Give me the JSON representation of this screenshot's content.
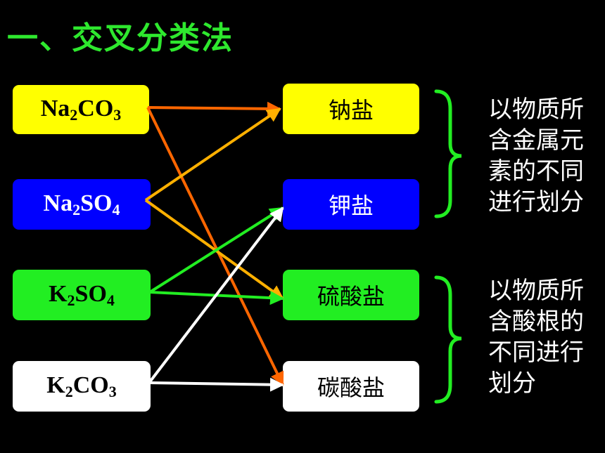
{
  "title": "一、交叉分类法",
  "compounds": [
    {
      "id": "na2co3",
      "parts": [
        {
          "t": "Na"
        },
        {
          "s": "2"
        },
        {
          "t": "CO"
        },
        {
          "s": "3"
        }
      ],
      "bg": "#ffff00",
      "color": "#000000"
    },
    {
      "id": "na2so4",
      "parts": [
        {
          "t": "Na"
        },
        {
          "s": "2"
        },
        {
          "t": "SO"
        },
        {
          "s": "4"
        }
      ],
      "bg": "#0000ff",
      "color": "#ffffff"
    },
    {
      "id": "k2so4",
      "parts": [
        {
          "t": "K"
        },
        {
          "s": "2"
        },
        {
          "t": "SO"
        },
        {
          "s": "4"
        }
      ],
      "bg": "#22ee22",
      "color": "#000000"
    },
    {
      "id": "k2co3",
      "parts": [
        {
          "t": "K"
        },
        {
          "s": "2"
        },
        {
          "t": "CO"
        },
        {
          "s": "3"
        }
      ],
      "bg": "#ffffff",
      "color": "#000000"
    }
  ],
  "categories": [
    {
      "id": "sodium",
      "label": "钠盐",
      "bg": "#ffff00",
      "color": "#000000"
    },
    {
      "id": "potassium",
      "label": "钾盐",
      "bg": "#0000ff",
      "color": "#ffffff"
    },
    {
      "id": "sulfate",
      "label": "硫酸盐",
      "bg": "#22ee22",
      "color": "#000000"
    },
    {
      "id": "carbonate",
      "label": "碳酸盐",
      "bg": "#ffffff",
      "color": "#000000"
    }
  ],
  "notes": {
    "metal": "以物质所含金属元素的不同进行划分",
    "acid": "以物质所含酸根的不同进行划分"
  },
  "links": [
    {
      "from": "na2co3",
      "to": "sodium",
      "color": "#ff6600"
    },
    {
      "from": "na2co3",
      "to": "carbonate",
      "color": "#ff6600"
    },
    {
      "from": "na2so4",
      "to": "sodium",
      "color": "#ffb000"
    },
    {
      "from": "na2so4",
      "to": "sulfate",
      "color": "#ffb000"
    },
    {
      "from": "k2so4",
      "to": "potassium",
      "color": "#22ee22"
    },
    {
      "from": "k2so4",
      "to": "sulfate",
      "color": "#22ee22"
    },
    {
      "from": "k2co3",
      "to": "potassium",
      "color": "#ffffff"
    },
    {
      "from": "k2co3",
      "to": "carbonate",
      "color": "#ffffff"
    }
  ],
  "colors": {
    "background": "#000000",
    "title": "#2ee82e",
    "brace": "#22ee22",
    "note": "#ffffff"
  }
}
